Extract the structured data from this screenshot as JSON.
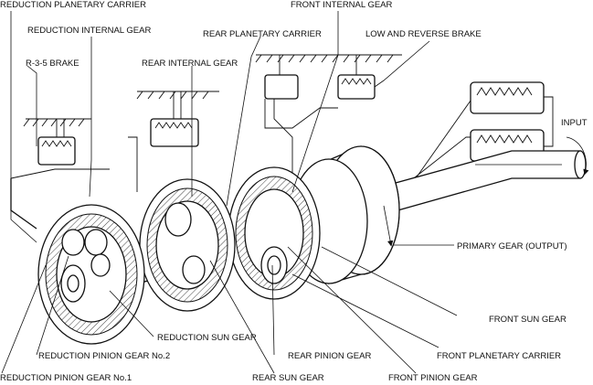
{
  "labels": {
    "reduction_planetary_carrier": "REDUCTION PLANETARY CARRIER",
    "front_internal_gear": "FRONT INTERNAL GEAR",
    "reduction_internal_gear": "REDUCTION INTERNAL GEAR",
    "rear_planetary_carrier": "REAR PLANETARY CARRIER",
    "low_and_reverse_brake": "LOW AND REVERSE BRAKE",
    "r35_brake": "R-3-5 BRAKE",
    "rear_internal_gear": "REAR INTERNAL GEAR",
    "input": "INPUT",
    "primary_gear_output": "PRIMARY GEAR (OUTPUT)",
    "front_sun_gear": "FRONT SUN GEAR",
    "reduction_sun_gear": "REDUCTION SUN GEAR",
    "front_planetary_carrier": "FRONT PLANETARY CARRIER",
    "reduction_pinion_gear_2": "REDUCTION PINION GEAR No.2",
    "rear_pinion_gear": "REAR PINION GEAR",
    "reduction_pinion_gear_1": "REDUCTION PINION GEAR No.1",
    "rear_sun_gear": "REAR SUN GEAR",
    "front_pinion_gear": "FRONT PINION GEAR"
  }
}
